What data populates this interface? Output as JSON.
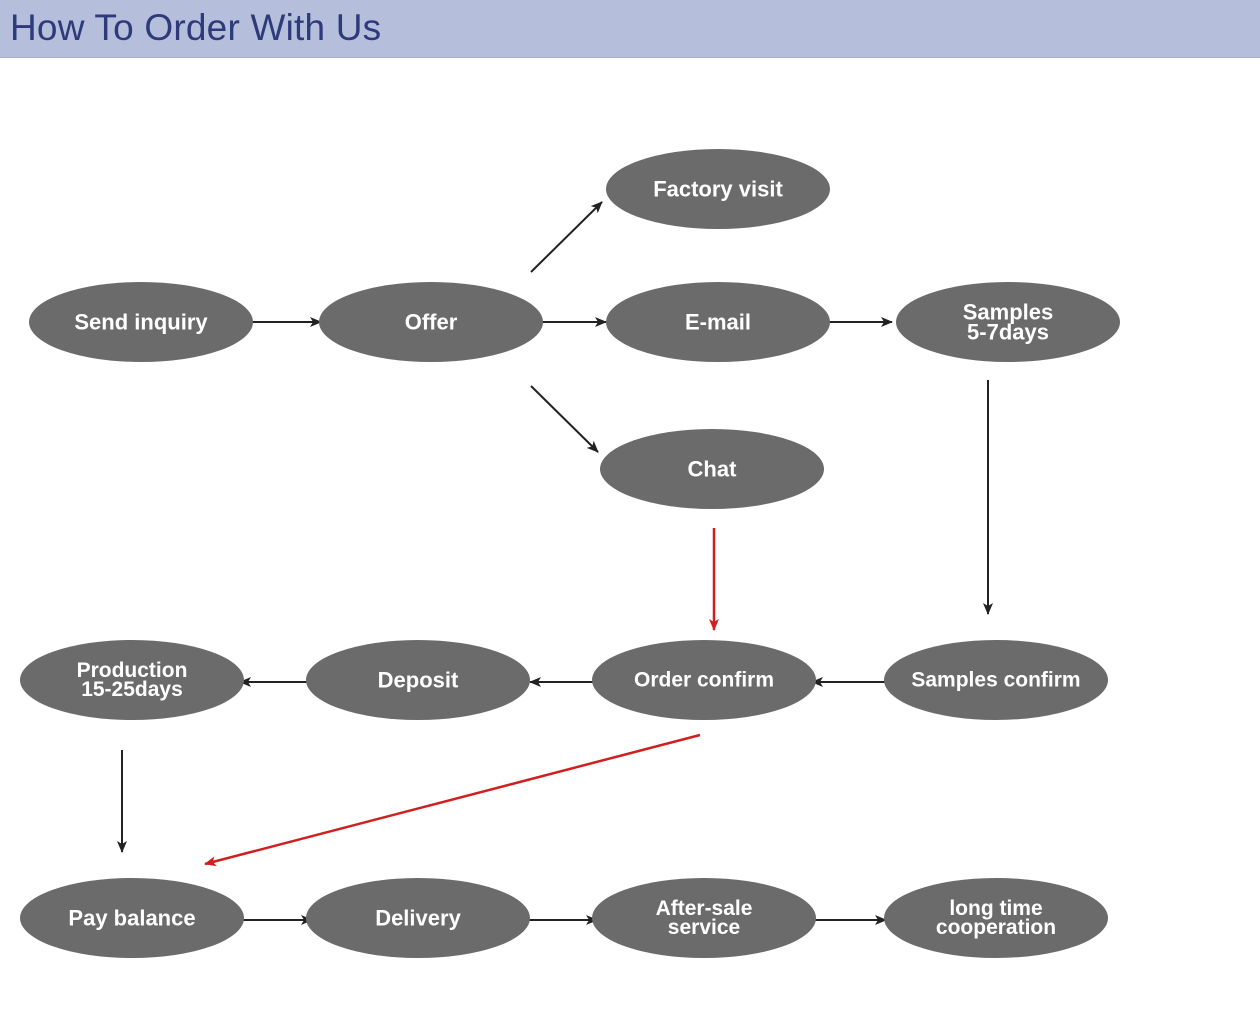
{
  "header": {
    "title": "How To Order With Us"
  },
  "nodes": [
    {
      "id": "send-inquiry",
      "lines": [
        "Send inquiry"
      ]
    },
    {
      "id": "offer",
      "lines": [
        "Offer"
      ]
    },
    {
      "id": "factory-visit",
      "lines": [
        "Factory visit"
      ]
    },
    {
      "id": "e-mail",
      "lines": [
        "E-mail"
      ]
    },
    {
      "id": "chat",
      "lines": [
        "Chat"
      ]
    },
    {
      "id": "samples",
      "lines": [
        "Samples",
        "5-7days"
      ]
    },
    {
      "id": "samples-confirm",
      "lines": [
        "Samples confirm"
      ]
    },
    {
      "id": "order-confirm",
      "lines": [
        "Order confirm"
      ]
    },
    {
      "id": "deposit",
      "lines": [
        "Deposit"
      ]
    },
    {
      "id": "production",
      "lines": [
        "Production",
        "15-25days"
      ]
    },
    {
      "id": "pay-balance",
      "lines": [
        "Pay balance"
      ]
    },
    {
      "id": "delivery",
      "lines": [
        "Delivery"
      ]
    },
    {
      "id": "after-sale-service",
      "lines": [
        "After-sale",
        "service"
      ]
    },
    {
      "id": "long-time-cooperation",
      "lines": [
        "long time",
        "cooperation"
      ]
    }
  ],
  "colors": {
    "header_bg": "#b5bfdc",
    "title": "#2e3a7a",
    "node_fill": "#6b6b6b",
    "node_text": "#ffffff",
    "arrow": "#222222",
    "highlight_arrow": "#d11f1f"
  }
}
